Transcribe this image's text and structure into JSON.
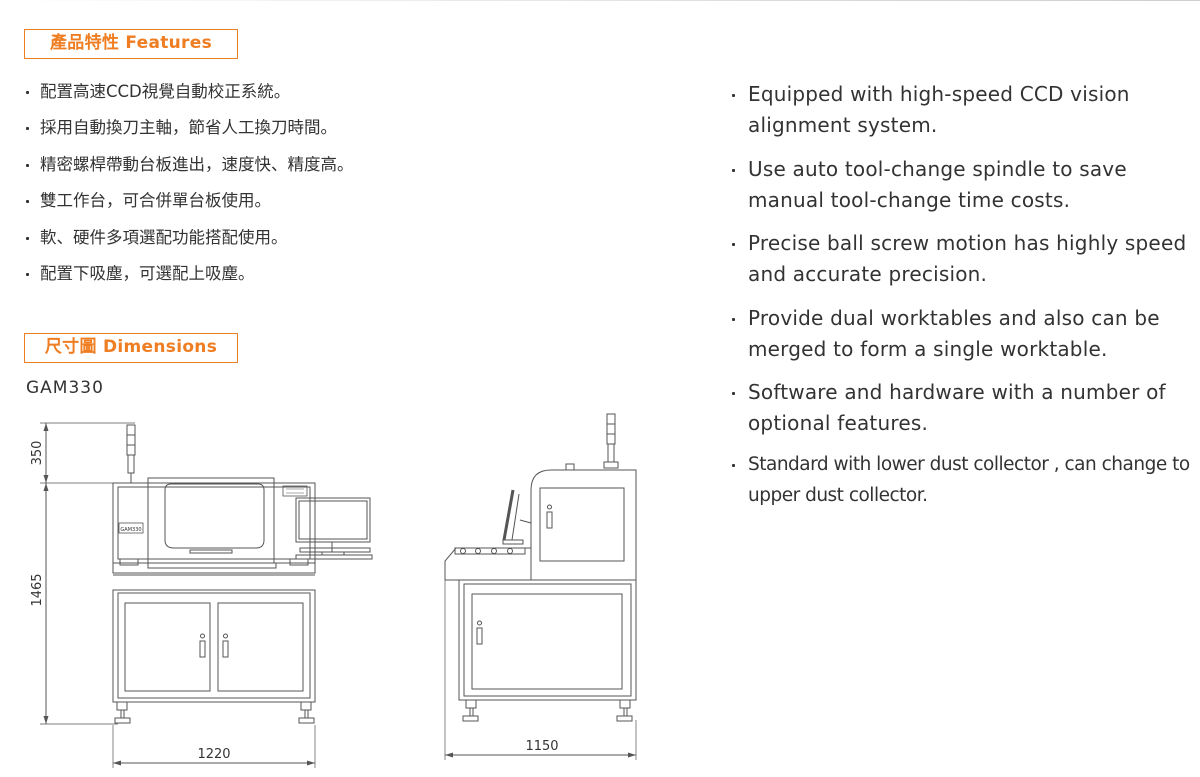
{
  "features": {
    "title": "產品特性 Features",
    "zh": [
      "配置高速CCD視覺自動校正系統。",
      "採用自動換刀主軸，節省人工換刀時間。",
      "精密螺桿帶動台板進出，速度快、精度高。",
      "雙工作台，可合併單台板使用。",
      "軟、硬件多項選配功能搭配使用。",
      "配置下吸塵，可選配上吸塵。"
    ],
    "en": [
      "Equipped with high-speed CCD vision alignment system.",
      "Use auto tool-change spindle to save manual tool-change time costs.",
      "Precise ball screw motion has highly speed and accurate precision.",
      "Provide dual worktables and also can be merged to form a single worktable.",
      "Software and hardware with a number of optional features.",
      "Standard with lower dust collector , can change to upper dust collector."
    ]
  },
  "dimensions": {
    "title": "尺寸圖 Dimensions",
    "model": "GAM330",
    "height_top": "350",
    "height_main": "1465",
    "width_front": "1220",
    "width_side": "1150",
    "machine_badge": "GAM330"
  },
  "colors": {
    "accent": "#ef7d22",
    "text": "#333333",
    "line": "#555555"
  }
}
